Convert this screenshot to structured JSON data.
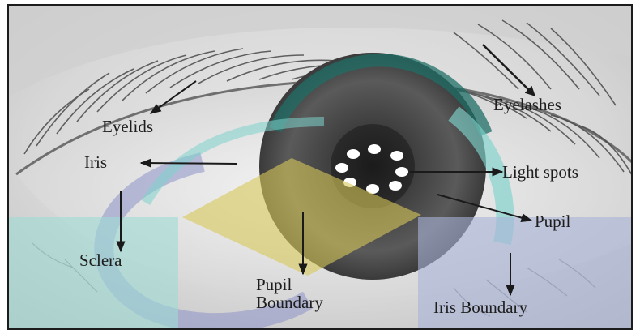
{
  "labels": {
    "eyelids": "Eyelids",
    "eyelashes": "Eyelashes",
    "iris": "Iris",
    "light_spots": "Light spots",
    "pupil": "Pupil",
    "sclera": "Sclera",
    "pupil_boundary_line1": "Pupil",
    "pupil_boundary_line2": "Boundary",
    "iris_boundary": "Iris Boundary"
  },
  "colors": {
    "frame": "#1c1c1c",
    "arrow": "#1a1a1a",
    "teal_overlay": "#9fdcd6",
    "blue_overlay": "#a9b4d8",
    "yellow_overlay": "#d9c85a",
    "arc_dark_teal": "#1f6f66",
    "arc_light_teal": "#7ed3cc"
  },
  "illumination_spot_count": 8
}
